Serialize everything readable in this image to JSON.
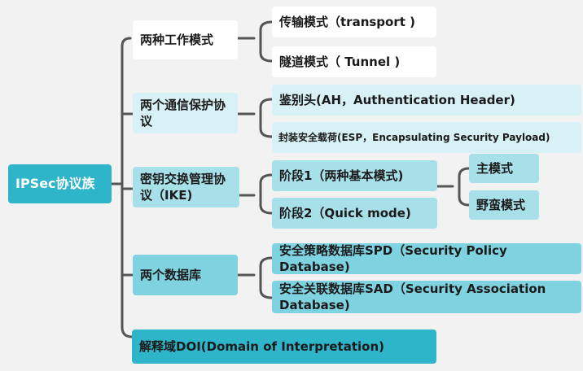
{
  "root": {
    "label": "IPSec协议族"
  },
  "categories": {
    "work_modes": {
      "label": "两种工作模式",
      "children": [
        "传输模式（transport )",
        "隧道模式（ Tunnel )"
      ]
    },
    "protocols": {
      "label": "两个通信保护协议",
      "children": [
        "鉴别头(AH，Authentication Header)",
        "封装安全载荷(ESP，Encapsulating Security Payload)"
      ]
    },
    "ike": {
      "label": "密钥交换管理协议（IKE)",
      "phase1": "阶段1（两种基本模式)",
      "phase1_modes": [
        "主模式",
        "野蛮模式"
      ],
      "phase2": "阶段2（Quick mode)"
    },
    "databases": {
      "label": "两个数据库",
      "children": [
        "安全策略数据库SPD（Security Policy Database)",
        "安全关联数据库SAD（Security Association Database)"
      ]
    },
    "doi": {
      "label": "解释域DOI(Domain of Interpretation)"
    }
  },
  "colors": {
    "background": "#f2f2f2",
    "root": "#2fb5c9",
    "work_modes": "#ffffff",
    "protocols": "#d8f1f6",
    "ike": "#a8e0ea",
    "databases": "#7fd3e1",
    "doi": "#2fb5c9",
    "connector": "#555555"
  }
}
